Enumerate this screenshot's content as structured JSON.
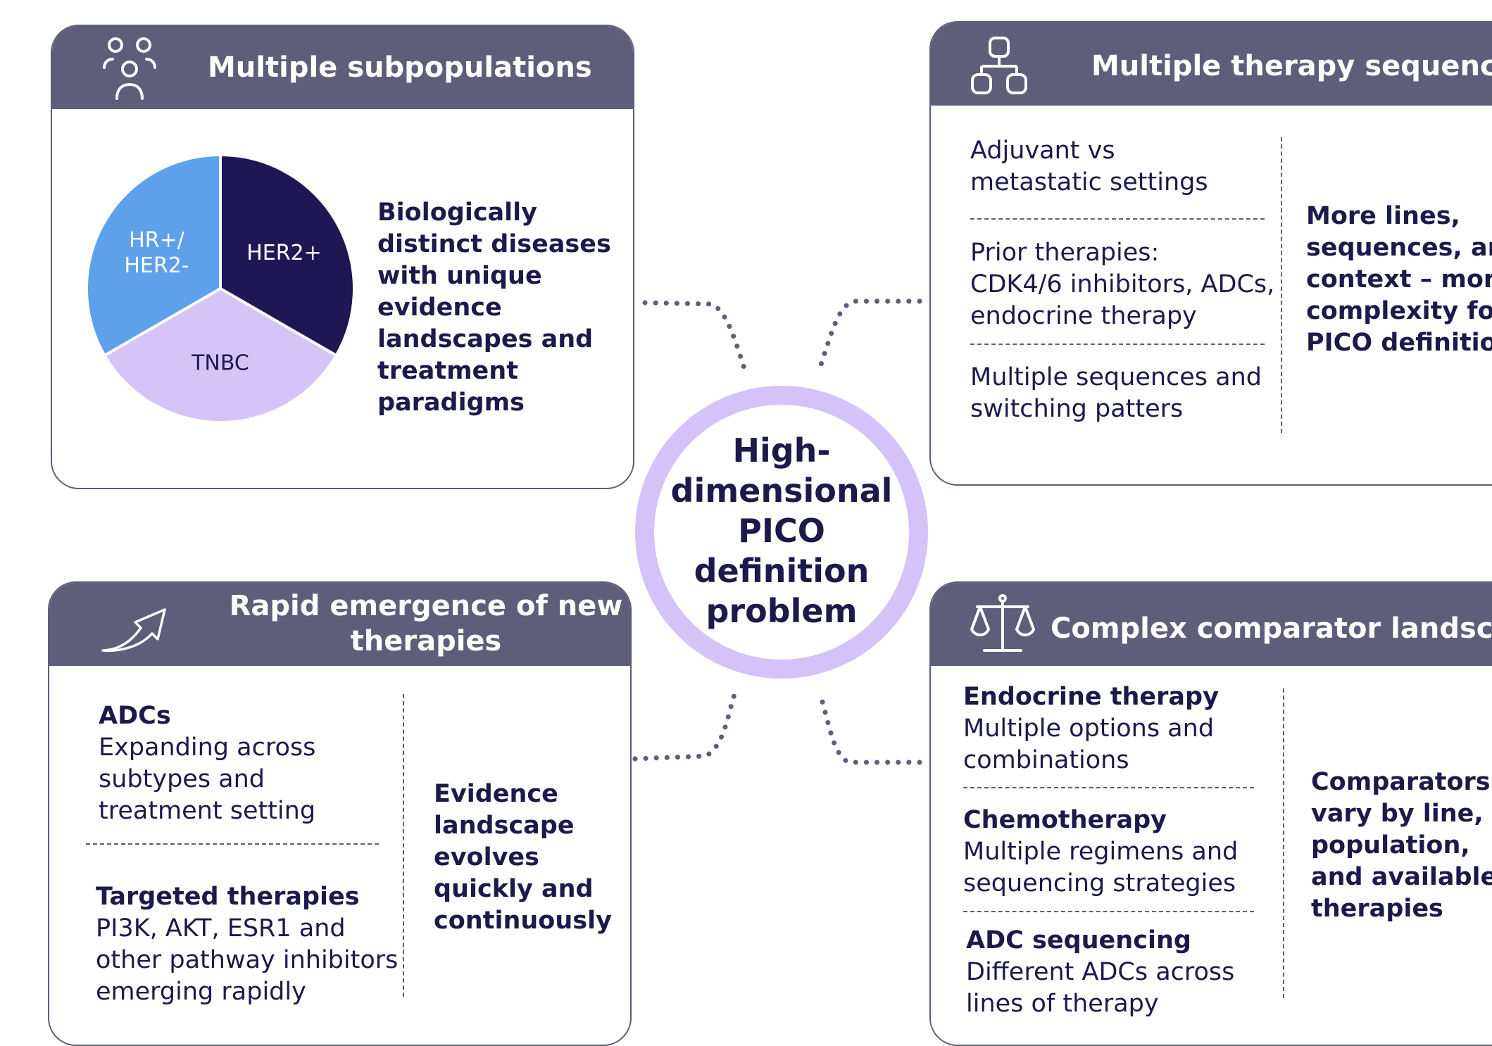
{
  "center": {
    "lines": [
      "High-",
      "dimensional",
      "PICO",
      "definition",
      "problem"
    ]
  },
  "subpopulations": {
    "title": "Multiple  subpopulations",
    "icon": "people-icon",
    "pie": {
      "slices": [
        {
          "label_lines": [
            "HER2+"
          ],
          "value": 33.3,
          "color": "#1f1654",
          "text_color": "#ffffff"
        },
        {
          "label_lines": [
            "TNBC"
          ],
          "value": 33.3,
          "color": "#d4c4f7",
          "text_color": "#1c1a4a"
        },
        {
          "label_lines": [
            "HR+/",
            "HER2-"
          ],
          "value": 33.3,
          "color": "#5ea1ea",
          "text_color": "#ffffff"
        }
      ]
    },
    "description_lines": [
      "Biologically",
      "distinct diseases",
      "with unique",
      "evidence",
      "landscapes and",
      "treatment",
      "paradigms"
    ]
  },
  "sequences": {
    "title": "Multiple therapy sequences",
    "icon": "hierarchy-icon",
    "items": [
      {
        "lines": [
          "Adjuvant vs",
          "metastatic settings"
        ]
      },
      {
        "lines": [
          "Prior therapies:",
          "CDK4/6 inhibitors, ADCs,",
          "endocrine therapy"
        ]
      },
      {
        "lines": [
          "Multiple sequences and",
          "switching patters"
        ]
      }
    ],
    "summary_lines": [
      "More lines,",
      "sequences, and",
      "context – more",
      "complexity for",
      "PICO definition"
    ]
  },
  "emergence": {
    "title_lines": [
      "Rapid emergence of new",
      "therapies"
    ],
    "icon": "trend-arrow-icon",
    "items": [
      {
        "heading": "ADCs",
        "lines": [
          "Expanding across",
          "subtypes and",
          "treatment setting"
        ]
      },
      {
        "heading": "Targeted therapies",
        "lines": [
          "PI3K, AKT, ESR1 and",
          "other pathway inhibitors",
          "emerging rapidly"
        ]
      }
    ],
    "summary_lines": [
      "Evidence",
      "landscape",
      "evolves",
      "quickly and",
      "continuously"
    ]
  },
  "comparator": {
    "title": "Complex comparator landscape",
    "icon": "scales-icon",
    "items": [
      {
        "heading": "Endocrine therapy",
        "lines": [
          "Multiple options and",
          "combinations"
        ]
      },
      {
        "heading": "Chemotherapy",
        "lines": [
          "Multiple regimens and",
          "sequencing strategies"
        ]
      },
      {
        "heading": "ADC sequencing",
        "lines": [
          "Different ADCs across",
          "lines of therapy"
        ]
      }
    ],
    "summary_lines": [
      "Comparators",
      "vary by line,",
      "population,",
      "and available",
      "therapies"
    ]
  },
  "colors": {
    "header": "#5e5d7a",
    "navy": "#1c1a4a",
    "ring": "#d3c3f8",
    "dots": "#5e5d7a"
  }
}
